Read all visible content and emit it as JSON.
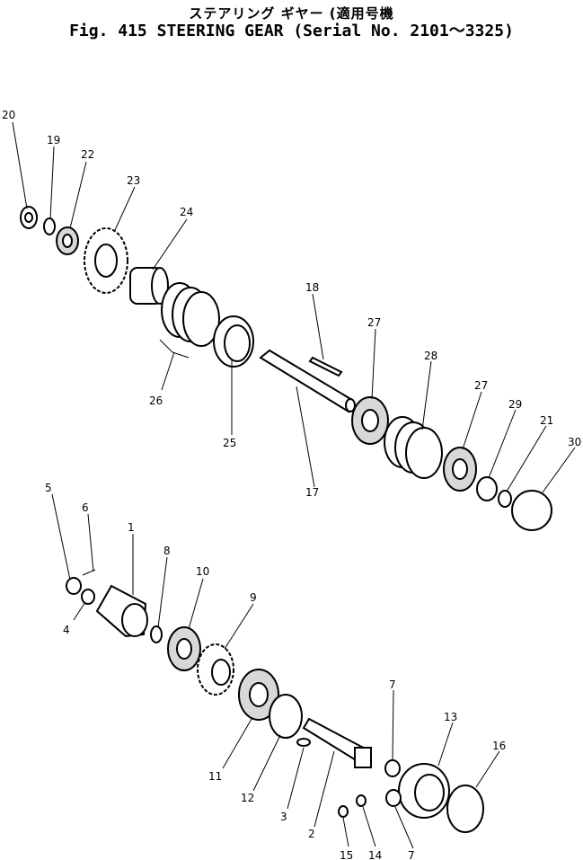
{
  "title_jp": "ステアリング ギヤー (適用号機",
  "title_en": "Fig. 415 STEERING GEAR (Serial No. 2101～3325)",
  "callouts": [
    {
      "label": "20"
    },
    {
      "label": "19"
    },
    {
      "label": "22"
    },
    {
      "label": "23"
    },
    {
      "label": "24"
    },
    {
      "label": "18"
    },
    {
      "label": "27"
    },
    {
      "label": "28"
    },
    {
      "label": "27"
    },
    {
      "label": "29"
    },
    {
      "label": "21"
    },
    {
      "label": "30"
    },
    {
      "label": "26"
    },
    {
      "label": "25"
    },
    {
      "label": "17"
    },
    {
      "label": "5"
    },
    {
      "label": "6"
    },
    {
      "label": "1"
    },
    {
      "label": "8"
    },
    {
      "label": "10"
    },
    {
      "label": "9"
    },
    {
      "label": "4"
    },
    {
      "label": "7"
    },
    {
      "label": "13"
    },
    {
      "label": "16"
    },
    {
      "label": "11"
    },
    {
      "label": "12"
    },
    {
      "label": "3"
    },
    {
      "label": "2"
    },
    {
      "label": "15"
    },
    {
      "label": "14"
    },
    {
      "label": "7"
    }
  ]
}
